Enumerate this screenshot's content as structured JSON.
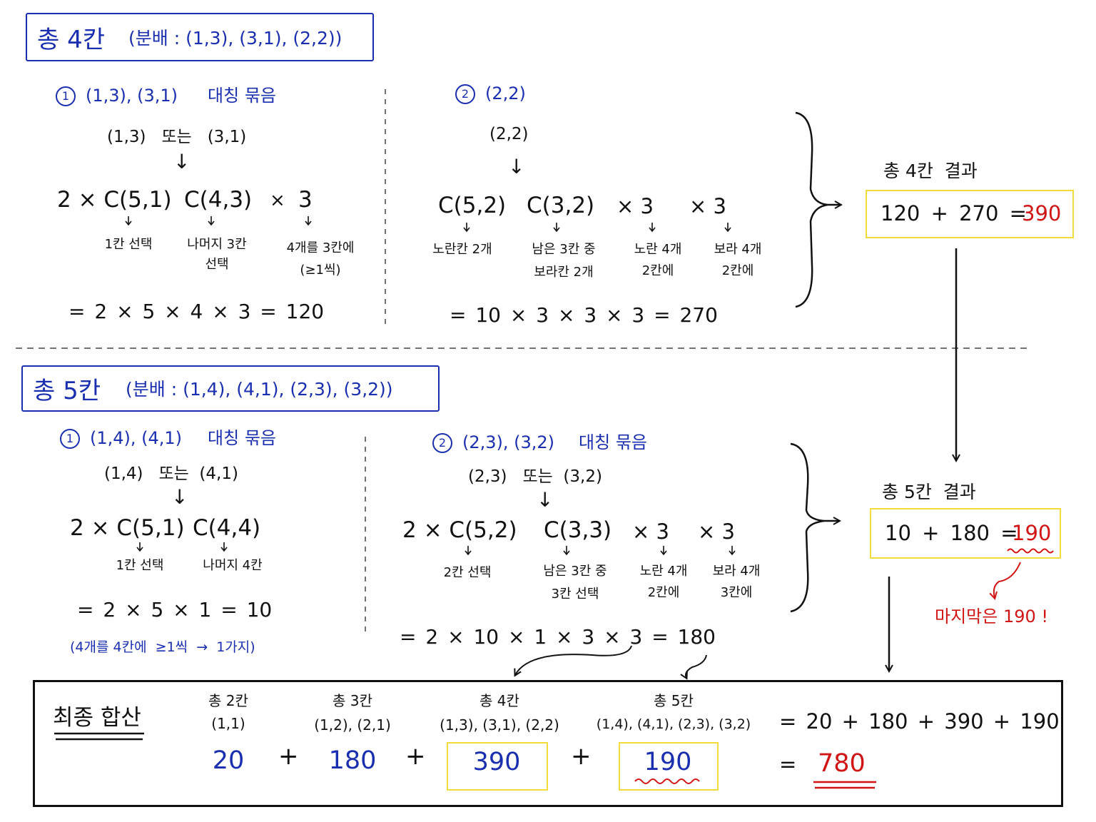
{
  "colors": {
    "blue": "#1a2fb0",
    "red": "#d11414",
    "yellow": "#f1dc3c",
    "black": "#111111"
  },
  "sec4": {
    "title_main": "총 4칸",
    "title_dist": "(분배 : (1,3), (3,1), (2,2))",
    "p1": {
      "num": "1",
      "heading": "(1,3), (3,1)",
      "heading_tag": "대칭 묶음",
      "pair": "(1,3)   또는   (3,1)",
      "arrow": "↓",
      "t1": "2 × C(5,1)",
      "t2": "C(4,3)",
      "t3": "×",
      "t4": "3",
      "l1": "1칸 선택",
      "l2a": "나머지 3칸",
      "l2b": "선택",
      "l3a": "4개를 3칸에",
      "l3b": "(≥1씩)",
      "result": "= 2 × 5 × 4 × 3 = 120"
    },
    "p2": {
      "num": "2",
      "heading": "(2,2)",
      "pair": "(2,2)",
      "arrow": "↓",
      "t1": "C(5,2)",
      "t2": "C(3,2)",
      "t3": "× 3",
      "t4": "× 3",
      "l1": "노란칸 2개",
      "l2a": "남은 3칸 중",
      "l2b": "보라칸 2개",
      "l3a": "노란 4개",
      "l3b": "2칸에",
      "l4a": "보라 4개",
      "l4b": "2칸에",
      "result": "= 10 × 3 × 3 × 3 = 270"
    },
    "result_label": "총 4칸  결과",
    "result_expr": "120 + 270 =",
    "result_val": "390"
  },
  "sec5": {
    "title_main": "총 5칸",
    "title_dist": "(분배 : (1,4), (4,1), (2,3), (3,2))",
    "p1": {
      "num": "1",
      "heading": "(1,4), (4,1)",
      "heading_tag": "대칭 묶음",
      "pair": "(1,4)   또는  (4,1)",
      "arrow": "↓",
      "t1": "2 × C(5,1)",
      "t2": "C(4,4)",
      "l1": "1칸 선택",
      "l2": "나머지 4칸",
      "result": "= 2 × 5 × 1 = 10",
      "note": "(4개를 4칸에  ≥1씩  →  1가지)"
    },
    "p2": {
      "num": "2",
      "heading": "(2,3), (3,2)",
      "heading_tag": "대칭 묶음",
      "pair": "(2,3)   또는  (3,2)",
      "arrow": "↓",
      "t1": "2 × C(5,2)",
      "t2": "C(3,3)",
      "t3": "× 3",
      "t4": "× 3",
      "l1": "2칸 선택",
      "l2a": "남은 3칸 중",
      "l2b": "3칸 선택",
      "l3a": "노란 4개",
      "l3b": "2칸에",
      "l4a": "보라 4개",
      "l4b": "3칸에",
      "result": "= 2 × 10 × 1 × 3 × 3 = 180"
    },
    "result_label": "총 5칸  결과",
    "result_expr": "10 + 180 =",
    "result_val": "190",
    "note": "마지막은 190 !"
  },
  "final": {
    "label": "최종 합산",
    "cols": [
      {
        "name": "총 2칸",
        "dist": "(1,1)",
        "val": "20"
      },
      {
        "name": "총 3칸",
        "dist": "(1,2), (2,1)",
        "val": "180"
      },
      {
        "name": "총 4칸",
        "dist": "(1,3), (3,1), (2,2)",
        "val": "390"
      },
      {
        "name": "총 5칸",
        "dist": "(1,4), (4,1), (2,3), (3,2)",
        "val": "190"
      }
    ],
    "plus": "+",
    "sum_expr": "= 20 + 180 + 390 + 190",
    "eq": "=",
    "total": "780"
  }
}
